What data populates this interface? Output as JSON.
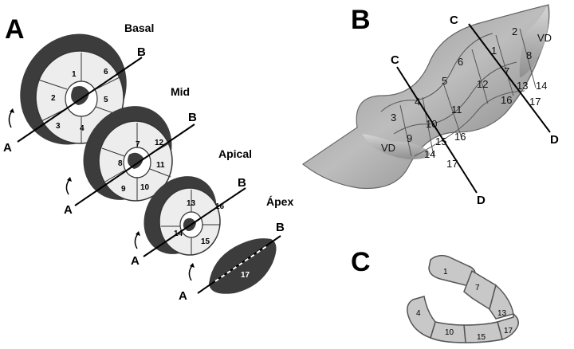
{
  "panels": {
    "a": "A",
    "b": "B",
    "c": "C"
  },
  "panel_a": {
    "levels": {
      "basal": "Basal",
      "mid": "Mid",
      "apical": "Apical",
      "apex": "Ápex"
    },
    "axis_labels": {
      "a": "A",
      "b": "B"
    },
    "basal_segments": [
      "1",
      "2",
      "3",
      "4",
      "5",
      "6"
    ],
    "mid_segments": [
      "7",
      "8",
      "9",
      "10",
      "11",
      "12"
    ],
    "apical_segments": [
      "13",
      "14",
      "15",
      "16"
    ],
    "apex_segment": "17"
  },
  "panel_b": {
    "axis_labels": {
      "c": "C",
      "d": "D"
    },
    "rv_label": "VD",
    "segments": [
      "1",
      "2",
      "3",
      "4",
      "5",
      "6",
      "7",
      "8",
      "9",
      "10",
      "11",
      "12",
      "13",
      "14",
      "15",
      "16",
      "17"
    ]
  },
  "panel_c": {
    "segments": [
      "1",
      "7",
      "13",
      "17",
      "15",
      "10",
      "4"
    ]
  },
  "colors": {
    "dark": "#3c3c3c",
    "wall": "#d9d9d9",
    "segment_fill": "#c8c8c8",
    "outline": "#555555"
  }
}
